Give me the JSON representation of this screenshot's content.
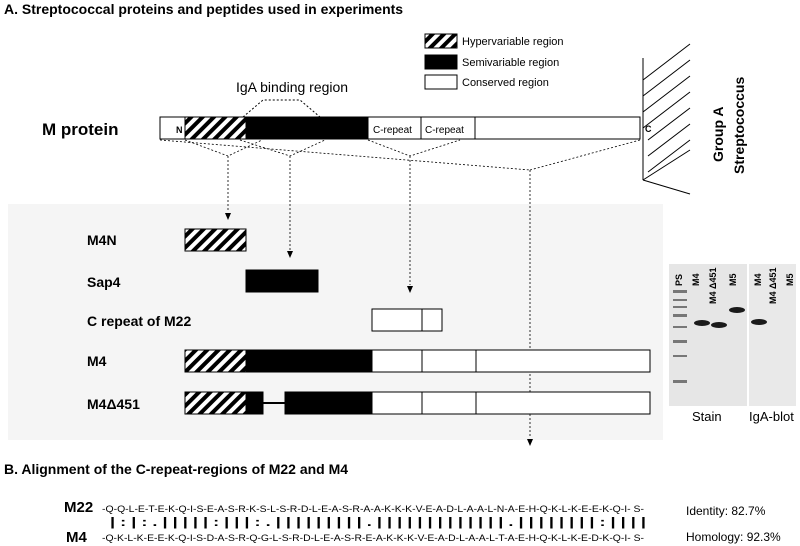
{
  "section_a_title": "A. Streptococcal proteins and peptides used in experiments",
  "section_b_title": "B. Alignment of the C-repeat-regions of M22 and M4",
  "legend": {
    "hypervariable": "Hypervariable region",
    "semivariable": "Semivariable region",
    "conserved": "Conserved region"
  },
  "m_protein": {
    "label": "M protein",
    "iga_binding": "IgA binding region",
    "n_term": "N",
    "c_term": "C",
    "c_repeat_1": "C-repeat",
    "c_repeat_2": "C-repeat"
  },
  "cell": {
    "line1": "Group A",
    "line2": "Streptococcus"
  },
  "constructs": {
    "m4n": "M4N",
    "sap4": "Sap4",
    "c_repeat_m22": "C repeat of M22",
    "m4": "M4",
    "m4d451": "M4Δ451"
  },
  "gel": {
    "stain_lanes": [
      "PS",
      "M4",
      "M4 Δ451",
      "M5"
    ],
    "blot_lanes": [
      "M4",
      "M4 Δ451",
      "M5"
    ],
    "stain_label": "Stain",
    "blot_label": "IgA-blot"
  },
  "alignment": {
    "m22_label": "M22",
    "m4_label": "M4",
    "m22_seq": "-Q-Q-L-E-T-E-K-Q-I-S-E-A-S-R-K-S-L-S-R-D-L-E-A-S-R-A-A-K-K-K-V-E-A-D-L-A-A-L-N-A-E-H-Q-K-L-K-E-E-K-Q-I- S-",
    "match_line": "| : | : .  | | | | | : | | | : .  | | | | | | | | | .  | | | | | | | | | | | | | .  | | | | | | | | : | | | |",
    "m4_seq": "-Q-K-L-K-E-E-K-Q-I-S-D-A-S-R-Q-G-L-S-R-D-L-E-A-S-R-E-A-K-K-K-V-E-A-D-L-A-A-L-T-A-E-H-Q-K-L-K-E-D-K-Q-I- S-",
    "identity": "Identity: 82.7%",
    "homology": "Homology: 92.3%"
  },
  "colors": {
    "semivariable_fill": "#000000",
    "conserved_fill": "#ffffff",
    "panel_bg": "#f5f5f5",
    "stain_bg": "#e6e6e6",
    "blot_bg": "#e9e9e9"
  }
}
